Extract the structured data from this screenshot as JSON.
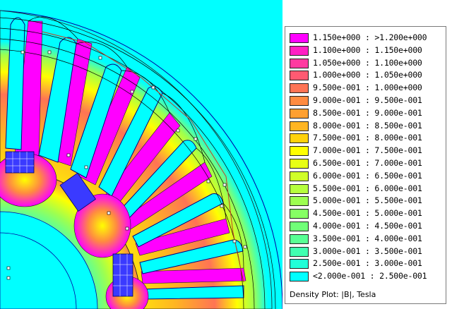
{
  "plot": {
    "background_field_color": "#00ffff",
    "outer_field_color": "#00ffff"
  },
  "legend": {
    "caption": "Density Plot: |B|, Tesla",
    "entries": [
      {
        "label": "1.150e+000 : >1.200e+000",
        "color": "#ff00ff"
      },
      {
        "label": "1.100e+000 : 1.150e+000",
        "color": "#ff1fc4"
      },
      {
        "label": "1.050e+000 : 1.100e+000",
        "color": "#ff3aa0"
      },
      {
        "label": "1.000e+000 : 1.050e+000",
        "color": "#ff5a72"
      },
      {
        "label": "9.500e-001 : 1.000e+000",
        "color": "#ff7454"
      },
      {
        "label": "9.000e-001 : 9.500e-001",
        "color": "#ff8b40"
      },
      {
        "label": "8.500e-001 : 9.000e-001",
        "color": "#ffa030"
      },
      {
        "label": "8.000e-001 : 8.500e-001",
        "color": "#ffb522"
      },
      {
        "label": "7.500e-001 : 8.000e-001",
        "color": "#ffd20c"
      },
      {
        "label": "7.000e-001 : 7.500e-001",
        "color": "#ffff00"
      },
      {
        "label": "6.500e-001 : 7.000e-001",
        "color": "#e8ff14"
      },
      {
        "label": "6.000e-001 : 6.500e-001",
        "color": "#d0ff28"
      },
      {
        "label": "5.500e-001 : 6.000e-001",
        "color": "#b6ff3c"
      },
      {
        "label": "5.000e-001 : 5.500e-001",
        "color": "#9dff50"
      },
      {
        "label": "4.500e-001 : 5.000e-001",
        "color": "#86ff64"
      },
      {
        "label": "4.000e-001 : 4.500e-001",
        "color": "#70ff78"
      },
      {
        "label": "3.500e-001 : 4.000e-001",
        "color": "#58ff94"
      },
      {
        "label": "3.000e-001 : 3.500e-001",
        "color": "#40ffb0"
      },
      {
        "label": "2.500e-001 : 3.000e-001",
        "color": "#20ffd8"
      },
      {
        "label": "<2.000e-001 : 2.500e-001",
        "color": "#00ffff"
      }
    ]
  }
}
